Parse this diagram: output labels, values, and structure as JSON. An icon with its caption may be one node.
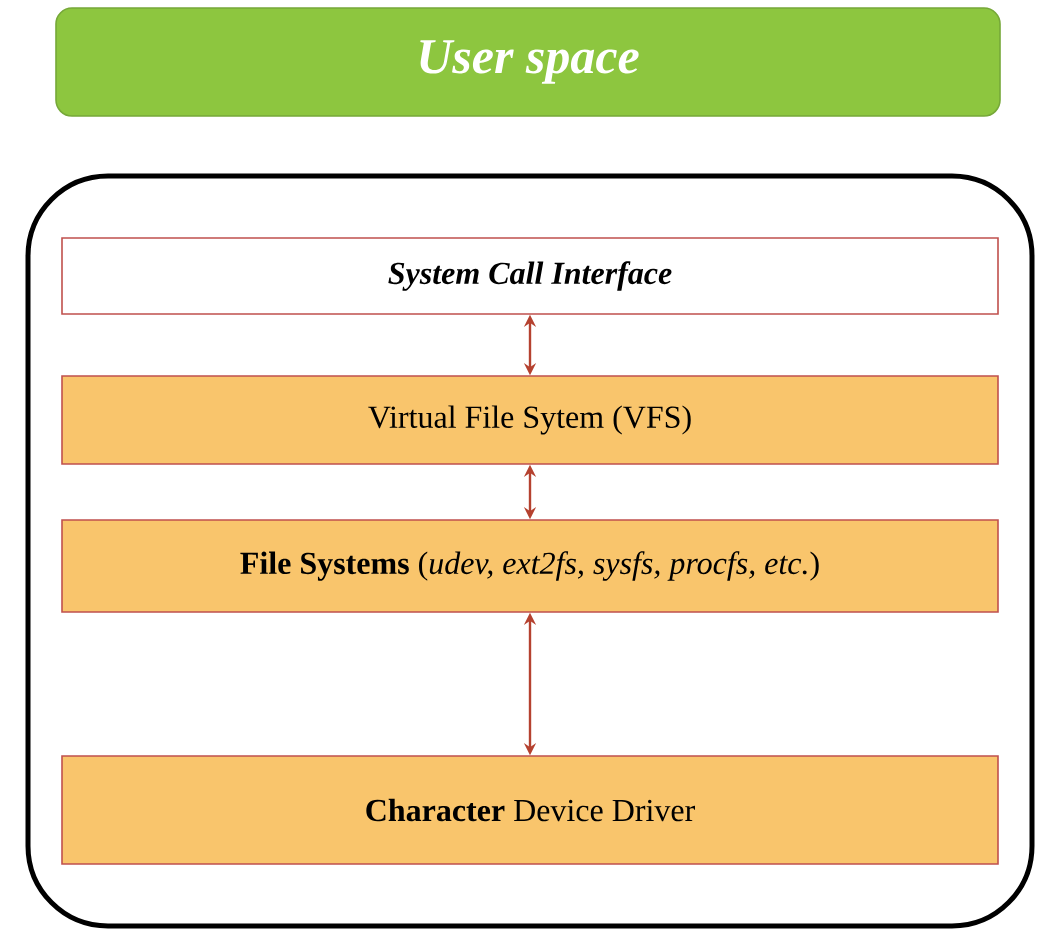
{
  "diagram": {
    "nodes": [
      {
        "text": [
          "User space"
        ]
      },
      {
        "text": [],
        "shape": "box"
      },
      {
        "text": [
          "System Call Interface"
        ],
        "in": 1
      },
      {
        "text": [
          "Virtual File Sytem (VFS)"
        ],
        "in": 1
      },
      {
        "text": [
          "**File Systems** (*udev, ext2fs, sysfs, procfs, etc.*)"
        ],
        "in": 1
      },
      {
        "text": [
          "**Character** Device Driver"
        ],
        "in": 1
      }
    ],
    "edges": [
      {
        "from": 2,
        "to": 3,
        "arrow": "both"
      },
      {
        "from": 3,
        "to": 4,
        "arrow": "both"
      },
      {
        "from": 4,
        "to": 5,
        "arrow": "both"
      }
    ]
  }
}
